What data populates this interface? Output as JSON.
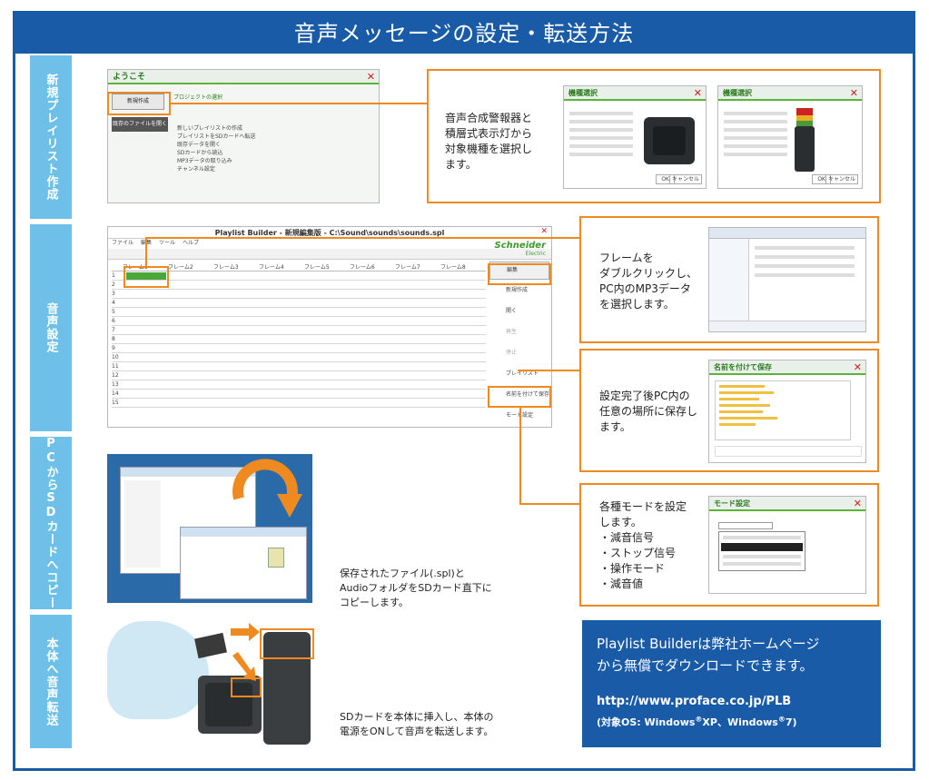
{
  "title": "音声メッセージの設定・転送方法",
  "steps": [
    {
      "label": "新規プレイリスト作成"
    },
    {
      "label": "音声設定"
    },
    {
      "label": "PCからSDカードへコピー"
    },
    {
      "label": "本体へ音声転送"
    }
  ],
  "welcome_window": {
    "title": "ようこそ",
    "new_button": "新規作成",
    "open_button": "既存のファイルを開く",
    "section": "プロジェクトの選択",
    "menu_items": [
      "新しいプレイリストの作成",
      "プレイリストをSDカードへ転送",
      "既存データを開く",
      "SDカードから読込",
      "MP3データの取り込み",
      "チャンネル設定"
    ]
  },
  "device_select": {
    "title": "機種選択",
    "text": [
      "音声合成警報器と",
      "積層式表示灯から",
      "対象機種を選択し",
      "ます。"
    ],
    "buttons": [
      "OK",
      "キャンセル"
    ]
  },
  "editor_window": {
    "title": "Playlist Builder - 新規編集版 - C:\\Sound\\sounds\\sounds.spl",
    "menu": [
      "ファイル",
      "編集",
      "ツール",
      "ヘルプ"
    ],
    "brand": "Schneider",
    "brand_sub": "Electric",
    "frame_headers": [
      "フレーム1",
      "フレーム2",
      "フレーム3",
      "フレーム4",
      "フレーム5",
      "フレーム6",
      "フレーム7",
      "フレーム8"
    ],
    "row_numbers": [
      "1",
      "2",
      "3",
      "4",
      "5",
      "6",
      "7",
      "8",
      "9",
      "10",
      "11",
      "12",
      "13",
      "14",
      "15"
    ],
    "side_buttons": [
      "編集",
      "新規作成",
      "開く",
      "再生",
      "停止",
      "プレイリスト",
      "名前を付けて保存",
      "モード設定"
    ]
  },
  "callout_frame": {
    "text": [
      "フレームを",
      "ダブルクリックし、",
      "PC内のMP3データ",
      "を選択します。"
    ]
  },
  "callout_save": {
    "text": [
      "設定完了後PC内の",
      "任意の場所に保存し",
      "ます。"
    ],
    "dialog_title": "名前を付けて保存"
  },
  "callout_mode": {
    "text": [
      "各種モードを設定",
      "します。",
      "・減音信号",
      "・ストップ信号",
      "・操作モード",
      "・減音値"
    ],
    "dialog_title": "モード設定"
  },
  "copy_caption": [
    "保存されたファイル(.spl)と",
    "AudioフォルダをSDカード直下に",
    "コピーします。"
  ],
  "transfer_caption": [
    "SDカードを本体に挿入し、本体の",
    "電源をONして音声を転送します。"
  ],
  "download": {
    "line1": "Playlist Builderは弊社ホームページ",
    "line2": "から無償でダウンロードできます。",
    "url": "http://www.proface.co.jp/PLB",
    "os_prefix": "(対象OS: Windows",
    "reg": "®",
    "os_mid": "XP、Windows",
    "os_suffix": "7)"
  },
  "colors": {
    "header_blue": "#1a5ba8",
    "step_blue": "#6ec0e8",
    "callout_orange": "#ee8a1f",
    "app_green": "#5bb33a"
  }
}
